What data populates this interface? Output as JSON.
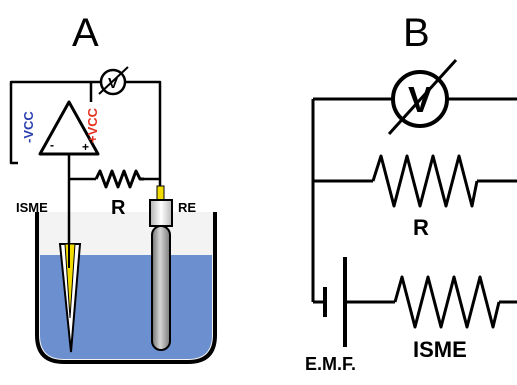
{
  "panels": {
    "a": {
      "letter": "A",
      "meter": "V",
      "neg_supply": "-VCC",
      "pos_supply": "+VCC",
      "minus_input": "-",
      "plus_input": "+",
      "resistor": "R",
      "left_electrode": "ISME",
      "right_electrode": "RE"
    },
    "b": {
      "letter": "B",
      "meter": "V",
      "resistor": "R",
      "source": "E.M.F.",
      "electrode_resistor": "ISME"
    }
  },
  "colors": {
    "wire": "#000000",
    "solution": "#6c8fcf",
    "beaker_fill": "#f3f3f3",
    "electrode_tip": "#f2dc00",
    "reference_body": "#9a9a9a",
    "neg_supply": "#2b3fb0",
    "pos_supply": "#e53120",
    "amp_fill": "#ffffff"
  }
}
